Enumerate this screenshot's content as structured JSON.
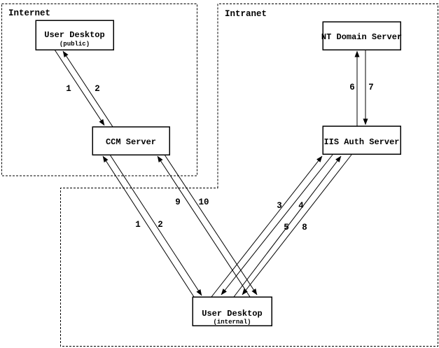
{
  "diagram": {
    "zones": {
      "internet": {
        "label": "Internet"
      },
      "intranet": {
        "label": "Intranet"
      }
    },
    "nodes": {
      "user_desktop_public": {
        "title": "User Desktop",
        "subtitle": "(public)"
      },
      "ccm_server": {
        "title": "CCM Server"
      },
      "nt_domain_server": {
        "title": "NT Domain Server"
      },
      "iis_auth_server": {
        "title": "IIS Auth Server"
      },
      "user_desktop_internal": {
        "title": "User Desktop",
        "subtitle": "(internal)"
      }
    },
    "edges": {
      "step1_public": {
        "label": "1",
        "from": "User Desktop (public)",
        "to": "CCM Server"
      },
      "step2_public": {
        "label": "2",
        "from": "CCM Server",
        "to": "User Desktop (public)"
      },
      "step1_internal": {
        "label": "1",
        "from": "User Desktop (internal)",
        "to": "CCM Server"
      },
      "step2_internal": {
        "label": "2",
        "from": "CCM Server",
        "to": "User Desktop (internal)"
      },
      "step3": {
        "label": "3",
        "from": "User Desktop (internal)",
        "to": "IIS Auth Server"
      },
      "step4": {
        "label": "4",
        "from": "IIS Auth Server",
        "to": "User Desktop (internal)"
      },
      "step5": {
        "label": "5",
        "from": "User Desktop (internal)",
        "to": "IIS Auth Server"
      },
      "step6": {
        "label": "6",
        "from": "IIS Auth Server",
        "to": "NT Domain Server"
      },
      "step7": {
        "label": "7",
        "from": "NT Domain Server",
        "to": "IIS Auth Server"
      },
      "step8": {
        "label": "8",
        "from": "IIS Auth Server",
        "to": "User Desktop (internal)"
      },
      "step9": {
        "label": "9",
        "from": "User Desktop (internal)",
        "to": "CCM Server"
      },
      "step10": {
        "label": "10",
        "from": "CCM Server",
        "to": "User Desktop (internal)"
      }
    },
    "colors": {
      "ink": "#000000",
      "background": "#ffffff"
    }
  }
}
